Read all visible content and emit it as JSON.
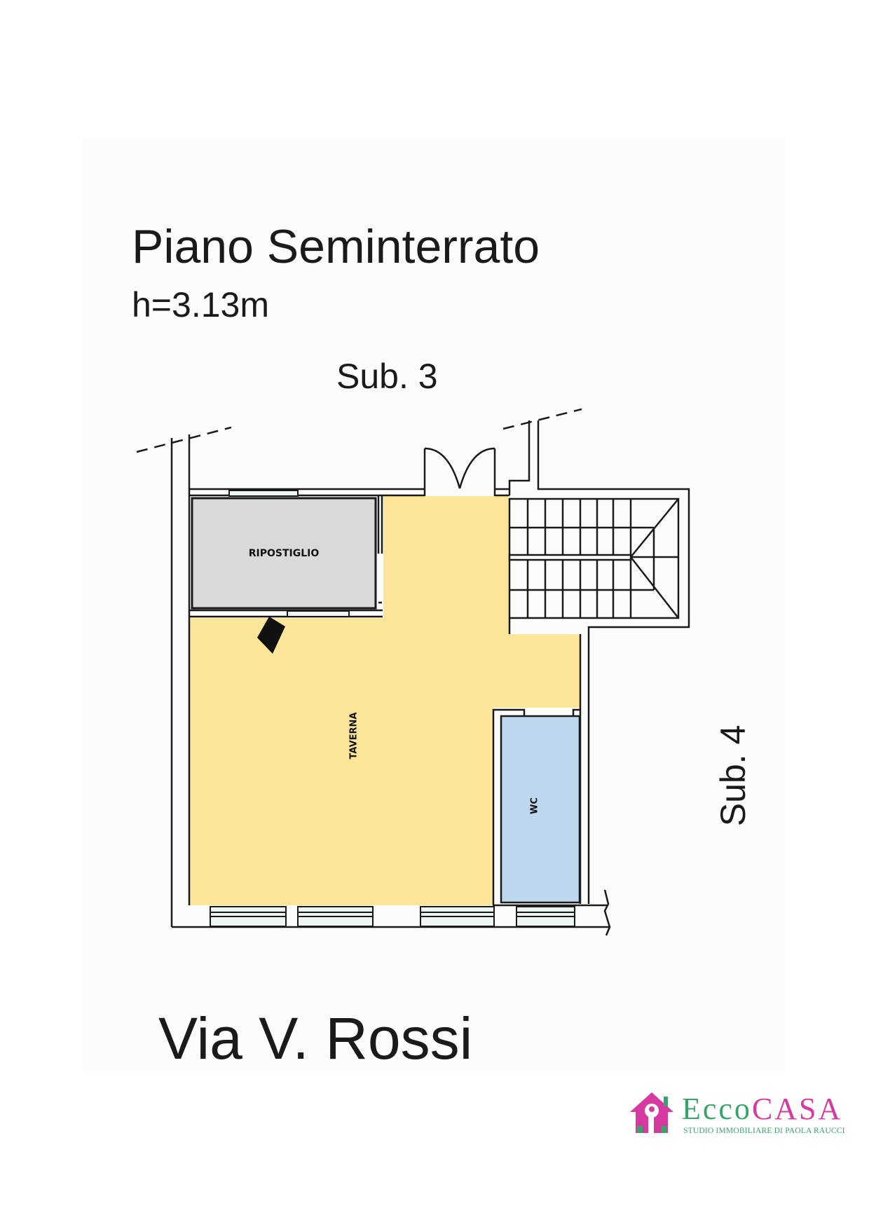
{
  "plan": {
    "title": "Piano Seminterrato",
    "height_label": "h=3.13m",
    "neighbor_top": "Sub. 3",
    "neighbor_right": "Sub. 4",
    "street": "Via V. Rossi"
  },
  "rooms": [
    {
      "name": "RIPOSTIGLIO",
      "color": "#d9d9d9"
    },
    {
      "name": "TAVERNA",
      "color": "#fde59a"
    },
    {
      "name": "WC",
      "color": "#bdd7ee"
    }
  ],
  "colors": {
    "wall": "#1a1a1a",
    "window_fill": "#eef6f3",
    "logo_green": "#3aa36b",
    "logo_pink": "#d63aa0"
  },
  "logo": {
    "word_part1": "Ecco",
    "word_part2": "CASA",
    "tagline": "STUDIO IMMOBILIARE DI PAOLA RAUCCI",
    "icon": "house-key-icon"
  }
}
